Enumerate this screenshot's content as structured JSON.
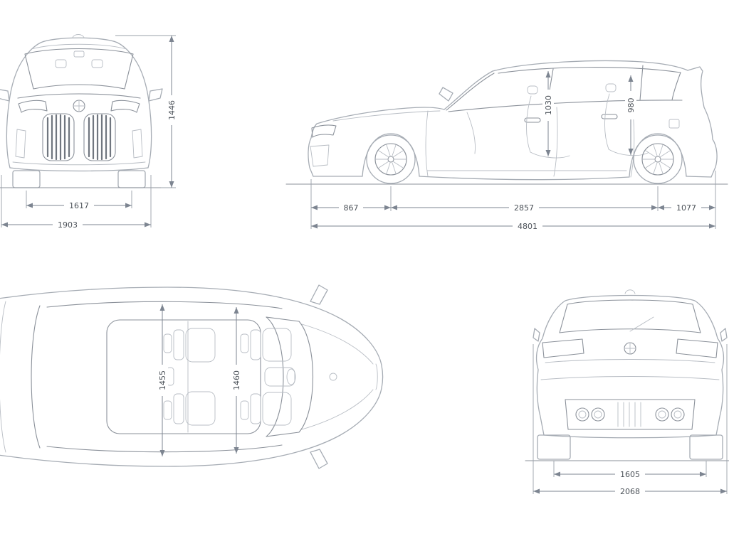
{
  "colors": {
    "car_line": "#a6acb4",
    "detail_line": "#8b919a",
    "dimension_line": "#7d8591",
    "label_text": "#4b5158",
    "background": "#ffffff"
  },
  "views": {
    "front": {
      "height": "1446",
      "track": "1617",
      "overall_width": "1903"
    },
    "side": {
      "cabin_height_front": "1030",
      "cabin_height_rear": "980",
      "front_overhang": "867",
      "wheelbase": "2857",
      "rear_overhang": "1077",
      "overall_length": "4801"
    },
    "top": {
      "interior_width_rear": "1455",
      "interior_width_front": "1460"
    },
    "rear": {
      "track": "1605",
      "width_incl_mirrors": "2068"
    }
  }
}
